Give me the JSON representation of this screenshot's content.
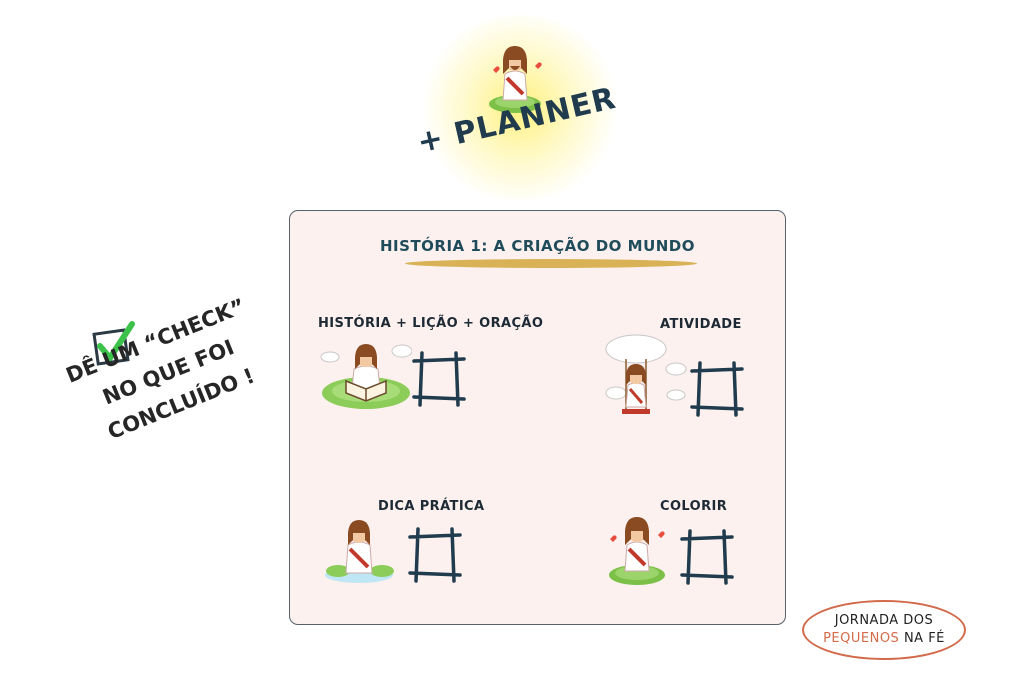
{
  "header": {
    "title": "+ PLANNER"
  },
  "side_note": {
    "lines": [
      "DÊ UM “CHECK”",
      "NO QUE FOI",
      "CONCLUÍDO !"
    ],
    "icon": "checkbox-check-icon"
  },
  "card": {
    "title": "HISTÓRIA 1: A CRIAÇÃO DO MUNDO",
    "tasks": [
      {
        "label": "HISTÓRIA + LIÇÃO + ORAÇÃO",
        "icon": "jesus-reading-icon"
      },
      {
        "label": "ATIVIDADE",
        "icon": "jesus-swing-icon"
      },
      {
        "label": "DICA PRÁTICA",
        "icon": "jesus-water-icon"
      },
      {
        "label": "COLORIR",
        "icon": "jesus-hearts-icon"
      }
    ]
  },
  "logo": {
    "line1": "JORNADA DOS",
    "line2_a": "PEQUENOS",
    "line2_b": "NA FÉ"
  },
  "colors": {
    "title": "#1f3b4d",
    "accent": "#d9b257",
    "card_bg": "#fcf1ee",
    "logo": "#d26a4a",
    "check": "#3cc24a"
  }
}
